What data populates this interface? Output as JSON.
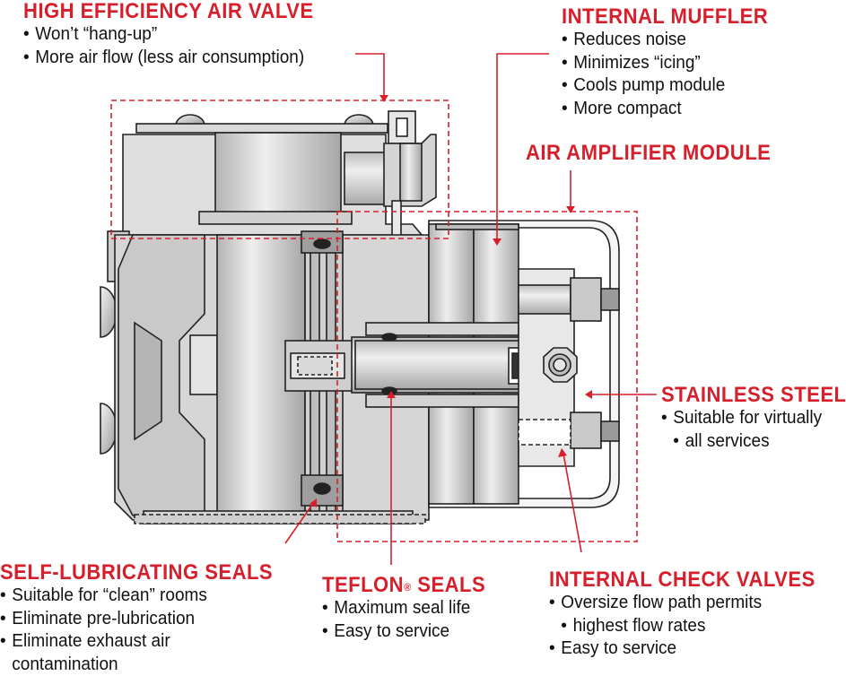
{
  "callouts": {
    "air_valve": {
      "title": "HIGH EFFICIENCY AIR VALVE",
      "bullets": [
        "Won’t “hang-up”",
        "More air flow (less air consumption)"
      ]
    },
    "muffler": {
      "title": "INTERNAL MUFFLER",
      "bullets": [
        "Reduces noise",
        "Minimizes “icing”",
        "Cools pump module",
        "More compact"
      ]
    },
    "amplifier": {
      "title": "AIR AMPLIFIER MODULE"
    },
    "stainless": {
      "title": "STAINLESS STEEL",
      "bullets": [
        "Suitable for virtually",
        "all services"
      ]
    },
    "self_lub": {
      "title": "SELF-LUBRICATING SEALS",
      "bullets": [
        "Suitable for “clean” rooms",
        "Eliminate pre-lubrication",
        "Eliminate exhaust air contamination"
      ]
    },
    "teflon": {
      "title": "TEFLON",
      "reg": "®",
      "title_suffix": " SEALS",
      "bullets": [
        "Maximum seal life",
        "Easy to service"
      ]
    },
    "check_valves": {
      "title": "INTERNAL CHECK VALVES",
      "bullets": [
        "Oversize flow path permits",
        "highest flow rates",
        "Easy to service"
      ]
    }
  },
  "colors": {
    "accent_red": "#d71f2b",
    "metal_light": "#e4e4e4",
    "metal_mid": "#c6c6c6",
    "metal_dark": "#9d9d9d",
    "outline": "#222222"
  }
}
